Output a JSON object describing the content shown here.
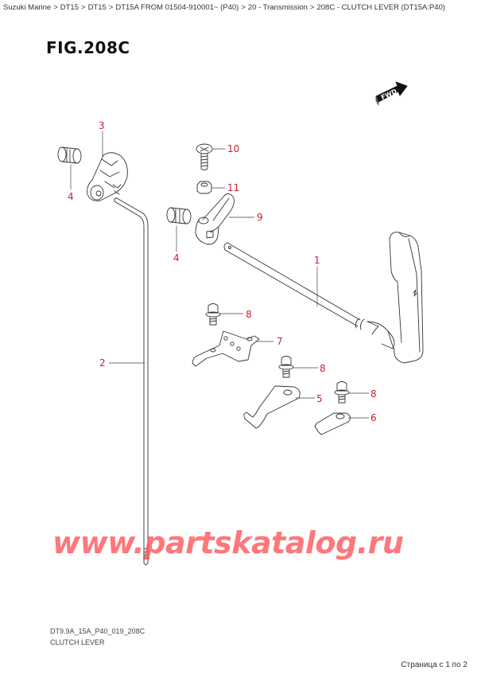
{
  "breadcrumb": [
    {
      "label": "Suzuki Marine"
    },
    {
      "label": "DT15"
    },
    {
      "label": "DT15"
    },
    {
      "label": "DT15A FROM 01504-910001~ (P40)"
    },
    {
      "label": "20 - Transmission"
    },
    {
      "label": "208C - CLUTCH LEVER (DT15A:P40)"
    }
  ],
  "breadcrumb_separator": ">",
  "figure": {
    "title": "FIG.208C",
    "fwd_label": "FWD",
    "code": "DT9.9A_15A_P40_019_208C",
    "name": "CLUTCH LEVER"
  },
  "callouts": [
    {
      "num": "3",
      "part": "shaft-holder"
    },
    {
      "num": "4",
      "part": "bushing-left"
    },
    {
      "num": "10",
      "part": "screw"
    },
    {
      "num": "11",
      "part": "nut"
    },
    {
      "num": "9",
      "part": "clutch-arm"
    },
    {
      "num": "4",
      "part": "bushing-right"
    },
    {
      "num": "1",
      "part": "clutch-lever"
    },
    {
      "num": "8",
      "part": "bolt-upper"
    },
    {
      "num": "7",
      "part": "bracket"
    },
    {
      "num": "2",
      "part": "clutch-rod"
    },
    {
      "num": "8",
      "part": "bolt-middle"
    },
    {
      "num": "5",
      "part": "plate"
    },
    {
      "num": "8",
      "part": "bolt-lower"
    },
    {
      "num": "6",
      "part": "clip"
    }
  ],
  "colors": {
    "callout": "#c8202a",
    "watermark": "#ff5a5f",
    "line": "#333333"
  },
  "watermark": "www.partskatalog.ru",
  "pager": "Страница с 1 по 2"
}
